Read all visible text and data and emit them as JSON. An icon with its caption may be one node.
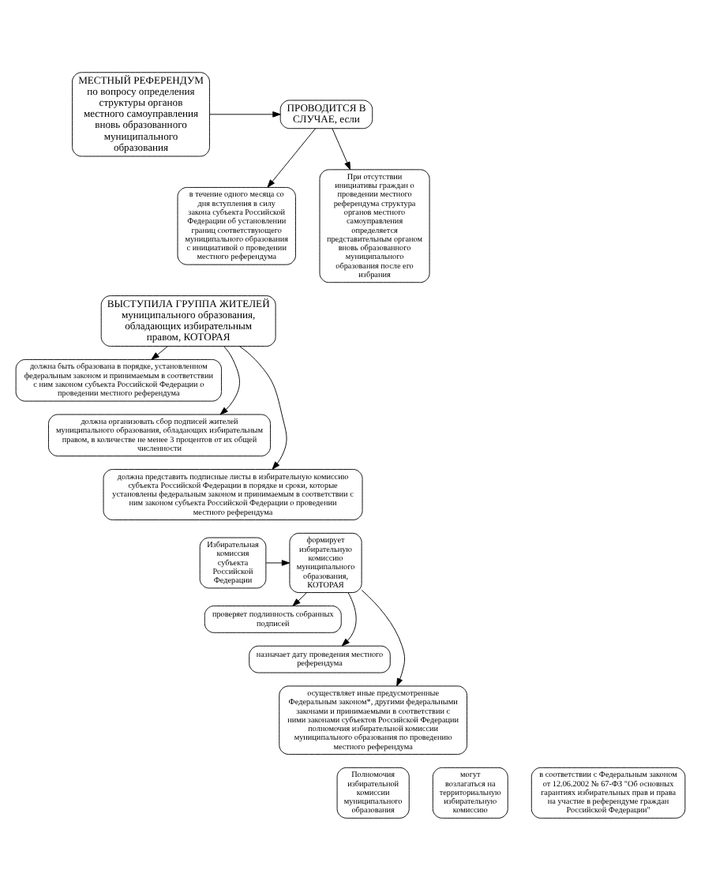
{
  "diagram": {
    "nodes": [
      {
        "text": [
          "МЕСТНЫЙ РЕФЕРЕНДУМ",
          "по вопросу определения структуры органов местного самоуправления вновь образованного муниципального образования"
        ]
      },
      {
        "text": [
          "ПРОВОДИТСЯ В СЛУЧАЕ, если"
        ]
      },
      {
        "text": [
          "в течение одного месяца со дня вступления в силу закона субъекта Российской Федерации об установлении границ соответствующего муниципального образования с инициативой о проведении местного референдума"
        ]
      },
      {
        "text": [
          "При отсутствии инициативы граждан о проведении местного референдума структура органов местного самоуправления определяется представительным органом вновь образованного муниципального образования после его избрания"
        ]
      },
      {
        "text": [
          "ВЫСТУПИЛА ГРУППА ЖИТЕЛЕЙ муниципального образования, обладающих избирательным правом, КОТОРАЯ"
        ]
      },
      {
        "text": [
          "должна быть образована в порядке, установленном федеральным законом и принимаемым в соответствии с ним законом субъекта Российской Федерации о проведении местного референдума"
        ]
      },
      {
        "text": [
          "должна организовать сбор подписей жителей муниципального образования, обладающих избирательным правом, в количестве не менее 3 процентов от их общей численности"
        ]
      },
      {
        "text": [
          "должна представить подписные листы в избирательную комиссию субъекта Российской Федерации в порядке и сроки, которые установлены федеральным законом и принимаемым в соответствии с ним законом субъекта Российской Федерации о проведении местного референдума"
        ]
      },
      {
        "text": [
          "Избирательная комиссия субъекта Российской Федерации"
        ]
      },
      {
        "text": [
          "формирует избирательную комиссию муниципального образования, КОТОРАЯ"
        ]
      },
      {
        "text": [
          "проверяет подлинность собранных подписей"
        ]
      },
      {
        "text": [
          "назначает дату проведения местного референдума"
        ]
      },
      {
        "text": [
          "осуществляет иные предусмотренные Федеральным законом*, другими федеральными законами и принимаемыми в соответствии с ними законами субъектов Российской Федерации полномочия избирательной комиссии муниципального образования по проведению местного референдума"
        ]
      },
      {
        "text": [
          "Полномочия избирательной комиссии муниципального образования"
        ]
      },
      {
        "text": [
          "могут возлагаться на территориальную избирательную комиссию"
        ]
      },
      {
        "text": [
          "в соответствии с Федеральным законом от 12.06.2002 № 67-ФЗ \"Об основных гарантиях избирательных прав и права на участие в референдуме граждан Российской Федерации\""
        ]
      }
    ],
    "edges": [
      {
        "from": 0,
        "to": 1,
        "arrow": "to"
      },
      {
        "from": 1,
        "to": 2,
        "arrow": "to"
      },
      {
        "from": 1,
        "to": 3,
        "arrow": "to"
      },
      {
        "from": 4,
        "to": 5,
        "arrow": "to"
      },
      {
        "from": 4,
        "to": 6,
        "arrow": "to"
      },
      {
        "from": 4,
        "to": 7,
        "arrow": "to"
      },
      {
        "from": 8,
        "to": 9,
        "arrow": "to"
      },
      {
        "from": 9,
        "to": 10,
        "arrow": "to"
      },
      {
        "from": 9,
        "to": 11,
        "arrow": "to"
      },
      {
        "from": 9,
        "to": 12,
        "arrow": "to"
      }
    ]
  }
}
